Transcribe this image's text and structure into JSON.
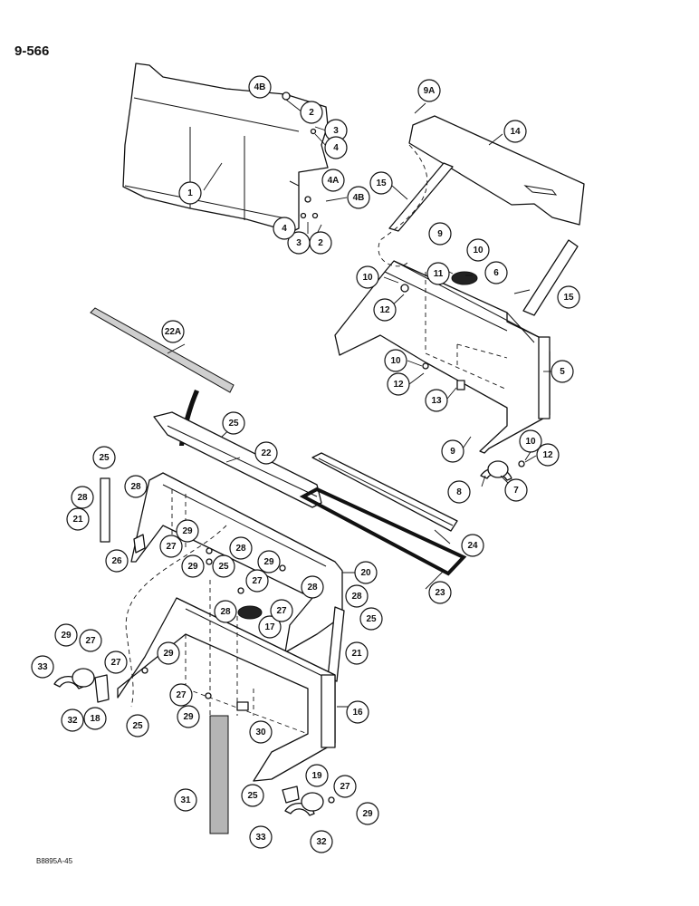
{
  "page_code": "9-566",
  "ref_code": "B8895A-45",
  "callouts": [
    {
      "id": "c-1",
      "label": "1"
    },
    {
      "id": "c-2a",
      "label": "2"
    },
    {
      "id": "c-2b",
      "label": "2"
    },
    {
      "id": "c-3a",
      "label": "3"
    },
    {
      "id": "c-3b",
      "label": "3"
    },
    {
      "id": "c-4a",
      "label": "4"
    },
    {
      "id": "c-4b",
      "label": "4"
    },
    {
      "id": "c-4A",
      "label": "4A"
    },
    {
      "id": "c-4Ba",
      "label": "4B"
    },
    {
      "id": "c-4Bb",
      "label": "4B"
    },
    {
      "id": "c-5",
      "label": "5"
    },
    {
      "id": "c-6",
      "label": "6"
    },
    {
      "id": "c-7",
      "label": "7"
    },
    {
      "id": "c-8",
      "label": "8"
    },
    {
      "id": "c-9a",
      "label": "9"
    },
    {
      "id": "c-9b",
      "label": "9"
    },
    {
      "id": "c-9A",
      "label": "9A"
    },
    {
      "id": "c-10a",
      "label": "10"
    },
    {
      "id": "c-10b",
      "label": "10"
    },
    {
      "id": "c-10c",
      "label": "10"
    },
    {
      "id": "c-10d",
      "label": "10"
    },
    {
      "id": "c-11",
      "label": "11"
    },
    {
      "id": "c-12a",
      "label": "12"
    },
    {
      "id": "c-12b",
      "label": "12"
    },
    {
      "id": "c-12c",
      "label": "12"
    },
    {
      "id": "c-13",
      "label": "13"
    },
    {
      "id": "c-14",
      "label": "14"
    },
    {
      "id": "c-15a",
      "label": "15"
    },
    {
      "id": "c-15b",
      "label": "15"
    },
    {
      "id": "c-16",
      "label": "16"
    },
    {
      "id": "c-17",
      "label": "17"
    },
    {
      "id": "c-18",
      "label": "18"
    },
    {
      "id": "c-19",
      "label": "19"
    },
    {
      "id": "c-20",
      "label": "20"
    },
    {
      "id": "c-21a",
      "label": "21"
    },
    {
      "id": "c-21b",
      "label": "21"
    },
    {
      "id": "c-22",
      "label": "22"
    },
    {
      "id": "c-22A",
      "label": "22A"
    },
    {
      "id": "c-23",
      "label": "23"
    },
    {
      "id": "c-24",
      "label": "24"
    },
    {
      "id": "c-25a",
      "label": "25"
    },
    {
      "id": "c-25b",
      "label": "25"
    },
    {
      "id": "c-25c",
      "label": "25"
    },
    {
      "id": "c-25d",
      "label": "25"
    },
    {
      "id": "c-25e",
      "label": "25"
    },
    {
      "id": "c-25f",
      "label": "25"
    },
    {
      "id": "c-26",
      "label": "26"
    },
    {
      "id": "c-27a",
      "label": "27"
    },
    {
      "id": "c-27b",
      "label": "27"
    },
    {
      "id": "c-27c",
      "label": "27"
    },
    {
      "id": "c-27d",
      "label": "27"
    },
    {
      "id": "c-27e",
      "label": "27"
    },
    {
      "id": "c-27f",
      "label": "27"
    },
    {
      "id": "c-27g",
      "label": "27"
    },
    {
      "id": "c-28a",
      "label": "28"
    },
    {
      "id": "c-28b",
      "label": "28"
    },
    {
      "id": "c-28c",
      "label": "28"
    },
    {
      "id": "c-28d",
      "label": "28"
    },
    {
      "id": "c-28e",
      "label": "28"
    },
    {
      "id": "c-28f",
      "label": "28"
    },
    {
      "id": "c-29a",
      "label": "29"
    },
    {
      "id": "c-29b",
      "label": "29"
    },
    {
      "id": "c-29c",
      "label": "29"
    },
    {
      "id": "c-29d",
      "label": "29"
    },
    {
      "id": "c-29e",
      "label": "29"
    },
    {
      "id": "c-29f",
      "label": "29"
    },
    {
      "id": "c-29g",
      "label": "29"
    },
    {
      "id": "c-30",
      "label": "30"
    },
    {
      "id": "c-31",
      "label": "31"
    },
    {
      "id": "c-32a",
      "label": "32"
    },
    {
      "id": "c-32b",
      "label": "32"
    },
    {
      "id": "c-33a",
      "label": "33"
    },
    {
      "id": "c-33b",
      "label": "33"
    }
  ]
}
